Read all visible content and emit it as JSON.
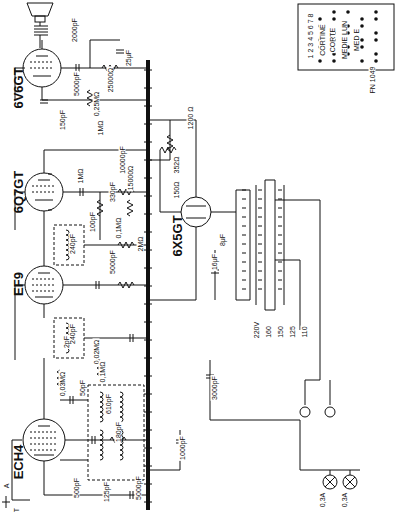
{
  "diagram": {
    "labels": [
      "6V6GT",
      "6Q7GT",
      "EF9",
      "ECH4",
      "6X5GT",
      "2000pF",
      "5000pF",
      "150pF",
      "25000Ω",
      "0,25MΩ",
      "1MΩ",
      "25μF",
      "10000pF",
      "1200 Ω",
      "352Ω",
      "150Ω",
      "15000Ω",
      "1MΩ",
      "330pF",
      "100pF",
      "240pF",
      "240pF",
      "0,1MΩ",
      "2MΩ",
      "5000pF",
      "2pF",
      "0,02MΩ",
      "0,03MΩ",
      "50pF",
      "610pF",
      "0,1MΩ",
      "180pF",
      "5000pF",
      "125pF",
      "500pF",
      "1000pF",
      "3000pF",
      "16μF",
      "220V",
      "160",
      "150",
      "125",
      "110",
      "0,3A",
      "0,3A",
      "CORTINE",
      "CORTE",
      "MEDIE LUN",
      "MED E",
      "1 2 3 4 5 6 7 8",
      "FN 1049",
      "A",
      "T",
      "8μF"
    ]
  }
}
